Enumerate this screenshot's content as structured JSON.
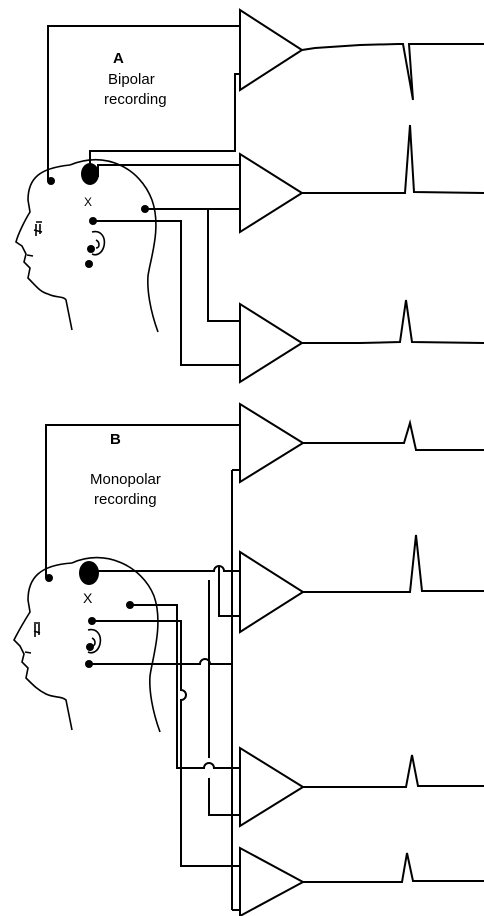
{
  "panel_a": {
    "letter": "A",
    "title_line1": "Bipolar",
    "title_line2": "recording",
    "site_marker": "X"
  },
  "panel_b": {
    "letter": "B",
    "title_line1": "Monopolar",
    "title_line2": "recording",
    "site_marker": "X"
  }
}
